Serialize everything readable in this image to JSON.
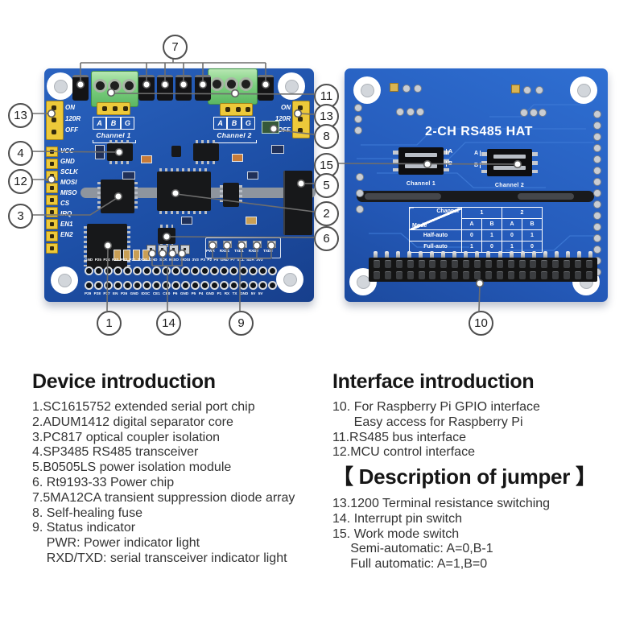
{
  "colors": {
    "board_front_blue": "#1d4fa6",
    "board_back_blue": "#2459b8",
    "terminal_green": "#7ccf7f",
    "jumper_yellow": "#edc93a",
    "callout_border": "#4f4f4f",
    "leader_gray": "#6e6e6e"
  },
  "front_board": {
    "channel1": {
      "label": "Channel 1",
      "pins": [
        "A",
        "B",
        "G"
      ]
    },
    "channel2": {
      "label": "Channel 2",
      "pins": [
        "A",
        "B",
        "G"
      ]
    },
    "left_jumper_labels": [
      "ON",
      "120R",
      "OFF"
    ],
    "right_jumper_labels": [
      "ON",
      "120R",
      "OFF"
    ],
    "header_labels": [
      "VCC",
      "GND",
      "SCLK",
      "MOSI",
      "MISO",
      "CS",
      "IRQ",
      "EN1",
      "EN2"
    ],
    "led_labels": [
      "PWR",
      "RXD1",
      "TXD1",
      "RXD2",
      "TXD2"
    ],
    "gpio_top_labels": [
      "GND",
      "P25",
      "P24",
      "P23",
      "P22",
      "P21",
      "TXD0",
      "GND",
      "SCK",
      "MISO",
      "MOSI",
      "3V3",
      "P3",
      "P2",
      "P0",
      "GND",
      "P7",
      "SCL",
      "SDA",
      "3V3"
    ],
    "gpio_bottom_labels": [
      "P29",
      "P28",
      "P27",
      "EN",
      "P26",
      "GND",
      "IDSC",
      "CE1",
      "CE0",
      "P6",
      "GND",
      "P5",
      "P4",
      "GND",
      "P1",
      "RX",
      "TX",
      "GND",
      "5V",
      "5V"
    ]
  },
  "back_board": {
    "title": "2-CH RS485 HAT",
    "channel1_label": "Channel 1",
    "channel2_label": "Channel 2",
    "dip1_side": [
      "A",
      "B"
    ],
    "dip2_side": [
      "A",
      "B"
    ],
    "mode_table": {
      "corner_top": "Channel",
      "corner_bottom": "Mode",
      "group1": "1",
      "group2": "2",
      "cols": [
        "A",
        "B",
        "A",
        "B"
      ],
      "rows": [
        {
          "label": "Half-auto",
          "vals": [
            "0",
            "1",
            "0",
            "1"
          ]
        },
        {
          "label": "Full-auto",
          "vals": [
            "1",
            "0",
            "1",
            "0"
          ]
        }
      ]
    }
  },
  "callouts": {
    "c7": "7",
    "c13l": "13",
    "c4": "4",
    "c12": "12",
    "c3": "3",
    "c11": "11",
    "c13r": "13",
    "c8": "8",
    "c15": "15",
    "c5": "5",
    "c2": "2",
    "c6": "6",
    "c1": "1",
    "c14": "14",
    "c9": "9",
    "c10": "10"
  },
  "sections": {
    "device": {
      "title": "Device introduction",
      "items": [
        "1.SC1615752 extended serial port chip",
        "2.ADUM1412 digital separator core",
        "3.PC817 optical coupler isolation",
        "4.SP3485 RS485 transceiver",
        "5.B0505LS power isolation module",
        "6. Rt9193-33 Power chip",
        "7.5MA12CA transient suppression diode array",
        "8. Self-healing fuse",
        "9. Status indicator",
        "    PWR: Power indicator light",
        "    RXD/TXD: serial transceiver indicator light"
      ]
    },
    "interface": {
      "title": "Interface introduction",
      "items": [
        "10. For Raspberry Pi GPIO interface",
        "      Easy access for Raspberry Pi",
        "11.RS485 bus interface",
        "12.MCU control interface"
      ]
    },
    "jumper": {
      "title": "【 Description of jumper 】",
      "items": [
        "13.1200 Terminal resistance switching",
        "14. Interrupt pin switch",
        "15. Work mode switch",
        "     Semi-automatic: A=0,B-1",
        "     Full automatic: A=1,B=0"
      ]
    }
  }
}
